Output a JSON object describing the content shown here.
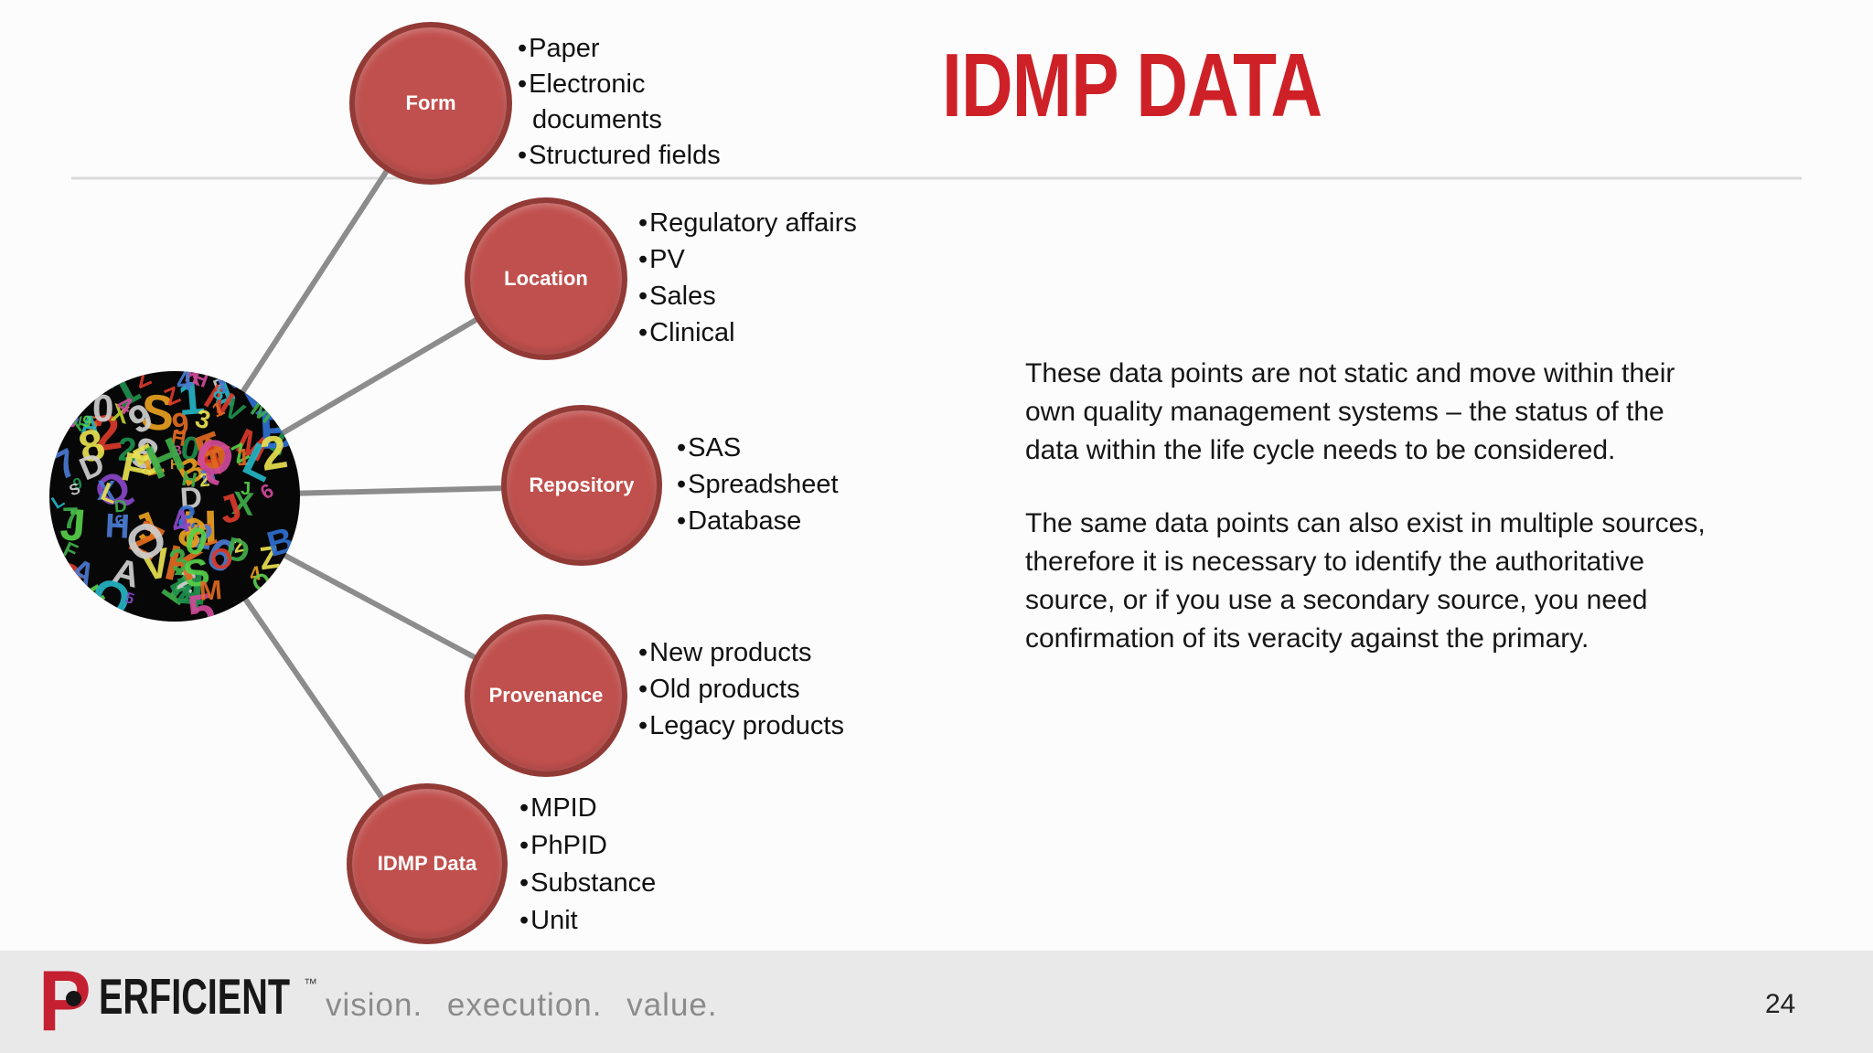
{
  "slide": {
    "title": "IDMP DATA",
    "accent_red": "#ce2127",
    "node_fill": "#c0504d",
    "node_border": "#913a36",
    "connector_color": "#8c8c8c"
  },
  "diagram": {
    "nodes": [
      {
        "label": "Form",
        "items": [
          "Paper",
          "Electronic documents",
          "Structured fields"
        ]
      },
      {
        "label": "Location",
        "items": [
          "Regulatory affairs",
          "PV",
          "Sales",
          "Clinical"
        ]
      },
      {
        "label": "Repository",
        "items": [
          "SAS",
          "Spreadsheet",
          "Database"
        ]
      },
      {
        "label": "Provenance",
        "items": [
          "New products",
          "Old products",
          "Legacy products"
        ]
      },
      {
        "label": "IDMP Data",
        "items": [
          "MPID",
          "PhPID",
          "Substance",
          "Unit"
        ]
      }
    ],
    "center_image": {
      "description": "circular photo of multicolored letters and numbers on black",
      "characters": "0123456789ABDFHJKLMNQSVXZ248HOZ15",
      "palette": [
        "#d93a2b",
        "#3fae49",
        "#2f6fd0",
        "#e8a020",
        "#cfcfcf",
        "#8a46c8",
        "#25b5c4",
        "#b8cf2e",
        "#e06a20",
        "#57d04a",
        "#d04a9a",
        "#4a7ad0",
        "#e8e050",
        "#1f8f4d"
      ]
    }
  },
  "body": {
    "paragraph1": "These data points are not static and move within their own quality management systems – the status of the data within the life cycle needs to be considered.",
    "paragraph2": "The same data points can also exist in multiple sources, therefore it is necessary to identify the authoritative source, or if you use a secondary source, you need confirmation of its veracity against the primary."
  },
  "footer": {
    "logo_p": "P",
    "logo_rest": "ERFICIENT",
    "logo_tm": "™",
    "tagline": "vision. execution. value.",
    "page_number": "24"
  }
}
